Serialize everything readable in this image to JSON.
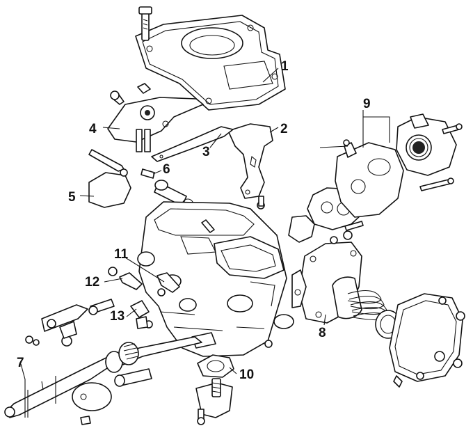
{
  "colors": {
    "line": "#111111",
    "background": "#ffffff"
  },
  "callouts": [
    {
      "id": "1",
      "text": "1"
    },
    {
      "id": "2",
      "text": "2"
    },
    {
      "id": "3",
      "text": "3"
    },
    {
      "id": "4",
      "text": "4"
    },
    {
      "id": "5",
      "text": "5"
    },
    {
      "id": "6",
      "text": "6"
    },
    {
      "id": "7",
      "text": "7"
    },
    {
      "id": "8",
      "text": "8"
    },
    {
      "id": "9",
      "text": "9"
    },
    {
      "id": "10",
      "text": "10"
    },
    {
      "id": "11",
      "text": "11"
    },
    {
      "id": "12",
      "text": "12"
    },
    {
      "id": "13",
      "text": "13"
    }
  ]
}
